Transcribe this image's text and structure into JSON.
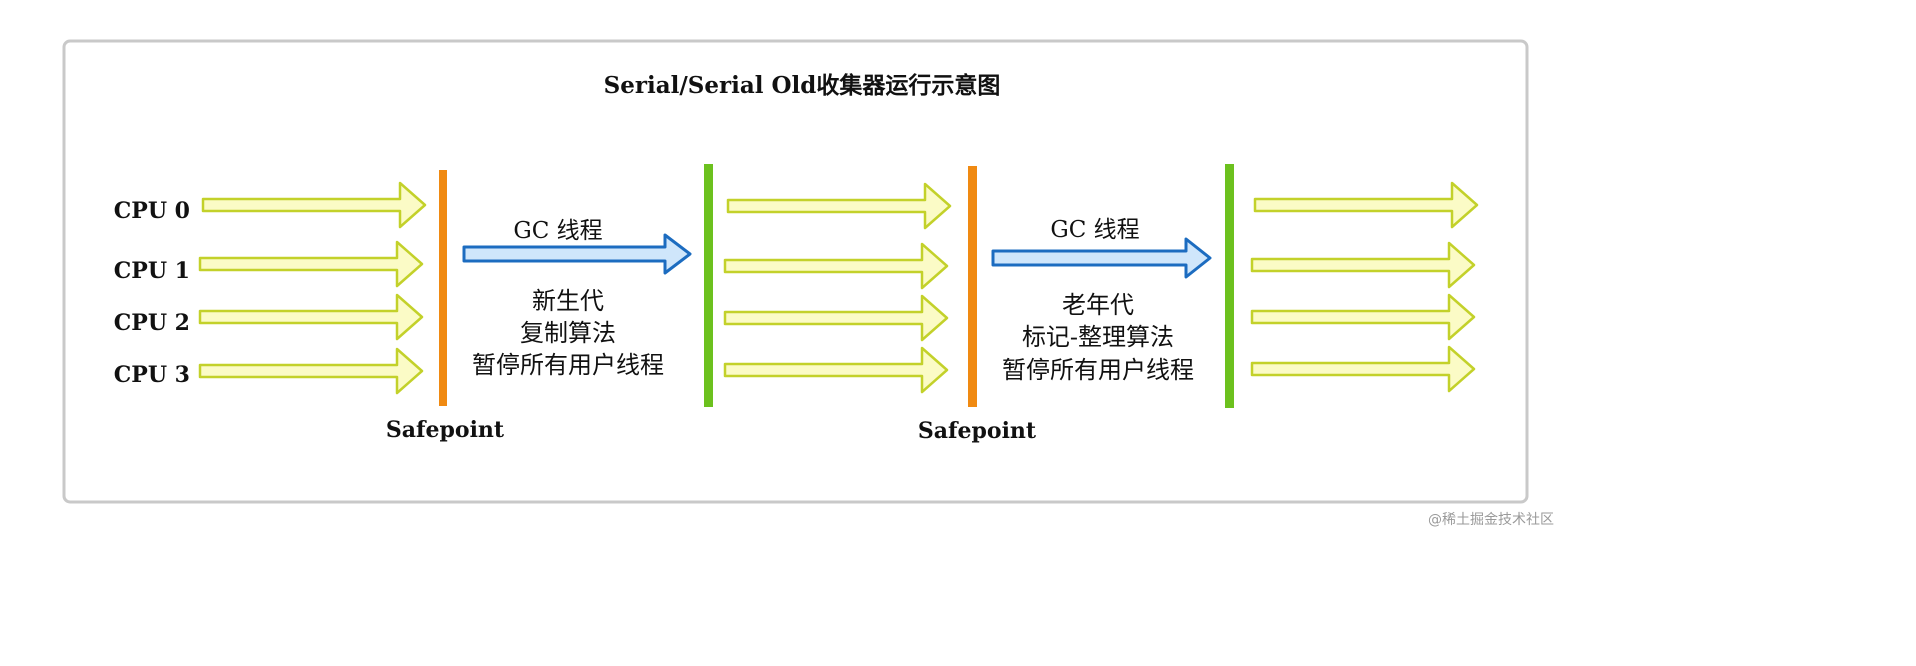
{
  "title": "Serial/Serial Old收集器运行示意图",
  "cpus": [
    "CPU 0",
    "CPU 1",
    "CPU 2",
    "CPU 3"
  ],
  "phases": [
    {
      "thread_label": "GC 线程",
      "desc_lines": [
        "新生代",
        "复制算法",
        "暂停所有用户线程"
      ]
    },
    {
      "thread_label": "GC 线程",
      "desc_lines": [
        "老年代",
        "标记-整理算法",
        "暂停所有用户线程"
      ]
    }
  ],
  "safepoint_labels": [
    "Safepoint",
    "Safepoint"
  ],
  "watermark": "@稀土掘金技术社区",
  "colors": {
    "user_thread_fill": "#fbfbc6",
    "user_thread_stroke": "#c3d12a",
    "gc_thread_fill": "#cfe6fb",
    "gc_thread_stroke": "#1c6cc0",
    "safepoint_bar": "#f08a12",
    "resume_bar": "#6cc11e",
    "frame_border": "#c9c9c9"
  }
}
